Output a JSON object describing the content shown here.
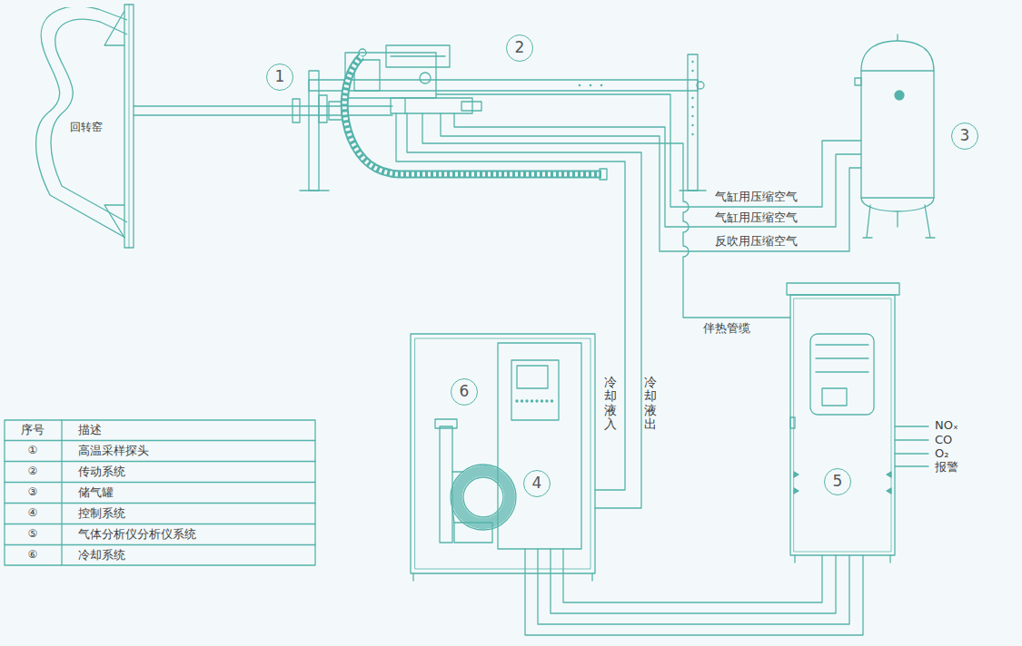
{
  "diagram": {
    "nodes": [
      {
        "text": [
          "回转窑"
        ]
      },
      {
        "text": [
          "1"
        ]
      },
      {
        "text": [
          "2"
        ]
      },
      {
        "text": [
          "3"
        ]
      },
      {
        "text": [
          "6"
        ]
      },
      {
        "text": [
          "4"
        ]
      },
      {
        "text": [
          "5"
        ]
      }
    ],
    "labels": [
      "气缸用压缩空气",
      "气缸用压缩空气",
      "反吹用压缩空气",
      "伴热管缆",
      "冷却液入",
      "冷却液出",
      "NOₓ",
      "CO",
      "O₂",
      "报警",
      "序号",
      "描述",
      "①",
      "高温采样探头",
      "②",
      "传动系统",
      "③",
      "储气罐",
      "④",
      "控制系统",
      "⑤",
      "气体分析仪分析仪系统",
      "⑥",
      "冷却系统"
    ]
  }
}
